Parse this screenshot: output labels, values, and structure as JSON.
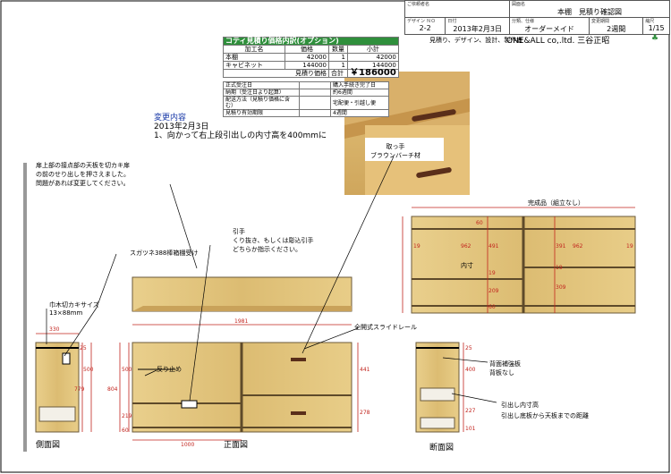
{
  "title_block": {
    "client_label": "ご依頼者名",
    "drawing_name_label": "図面名",
    "drawing_name": "本棚　見積り確認図",
    "designer_label": "デザイン\nＮＯ",
    "designer_no": "2-2",
    "date_label": "日付",
    "date": "2013年2月3日",
    "class_label": "分類、仕様",
    "class": "オーダーメイド",
    "period_label": "変更期間",
    "period": "2週間",
    "scale_label": "縮尺",
    "scale": "1/15",
    "company_line": "見積り、デザイン、設計、製作者",
    "company": "ONE&ALL co,.ltd.  三谷正昭"
  },
  "cost_table": {
    "title": "コティ見積り価格内訳(オプション)",
    "headers": [
      "加工名",
      "価格",
      "数量",
      "小計"
    ],
    "rows": [
      [
        "本棚",
        "42000",
        "1",
        "42000"
      ],
      [
        "キャビネット",
        "144000",
        "1",
        "144000"
      ]
    ],
    "total_label": "見積り価格",
    "total_sub": "合計",
    "total_value": "￥186000"
  },
  "info_table": {
    "rows": [
      [
        "正式受注日",
        "",
        "購入手続き完了日"
      ],
      [
        "納期（受注日より起算）",
        "",
        "約6週間"
      ],
      [
        "配送方法（見積り価格に含む）",
        "",
        "宅配便・引越し便"
      ],
      [
        "見積り有効期限",
        "",
        "4週間"
      ]
    ]
  },
  "change": {
    "heading": "変更内容",
    "date": "2013年2月3日",
    "item": "1、向かって右上段引出しの内寸高を400mmに"
  },
  "notes": {
    "handle_label": "取っ手\nブラウンバーチ材",
    "top_note": "扉上部の接点部の天板を切カキ扉\nの前のせり出しを押さえました。\n問題があれば変更してください。",
    "pull_note": "引手\nくり抜き、もしくは彫込引手\nどちらか指示ください。",
    "hinge_note": "スガツネ388棒箱棚受け",
    "cutout_note": "巾木切カキサイズ\n13×88mm",
    "stopper_note": "反り止め",
    "slide_note": "全開式スライドレール",
    "back_note": "背面補強板\n背板なし",
    "drawer_note": "引出し内寸高\n引出し底板から天板までの距離",
    "finished_label": "完成品（組立なし）",
    "inner_label": "内寸"
  },
  "dims": {
    "side_width": "330",
    "side_top": "25",
    "side_upper": "500",
    "side_total": "779",
    "front_length": "1981",
    "front_left_h": "500",
    "front_left_low": "219",
    "front_base": "60",
    "front_total": "804",
    "front_right_top": "441",
    "front_right_low": "278",
    "front_bottom_w": "1000",
    "sect_top": "25",
    "sect_drawer": "400",
    "sect_low": "227",
    "sect_base": "101",
    "fin_top": "60",
    "fin_left": "19",
    "fin_w1": "962",
    "fin_h1": "491",
    "fin_mid": "19",
    "fin_h2": "209",
    "fin_base": "60",
    "fin_w2": "962",
    "fin_r1": "391",
    "fin_r2": "19",
    "fin_r3": "309",
    "fin_right": "19"
  },
  "view_labels": {
    "side": "側面図",
    "front": "正面図",
    "section": "断面図"
  }
}
